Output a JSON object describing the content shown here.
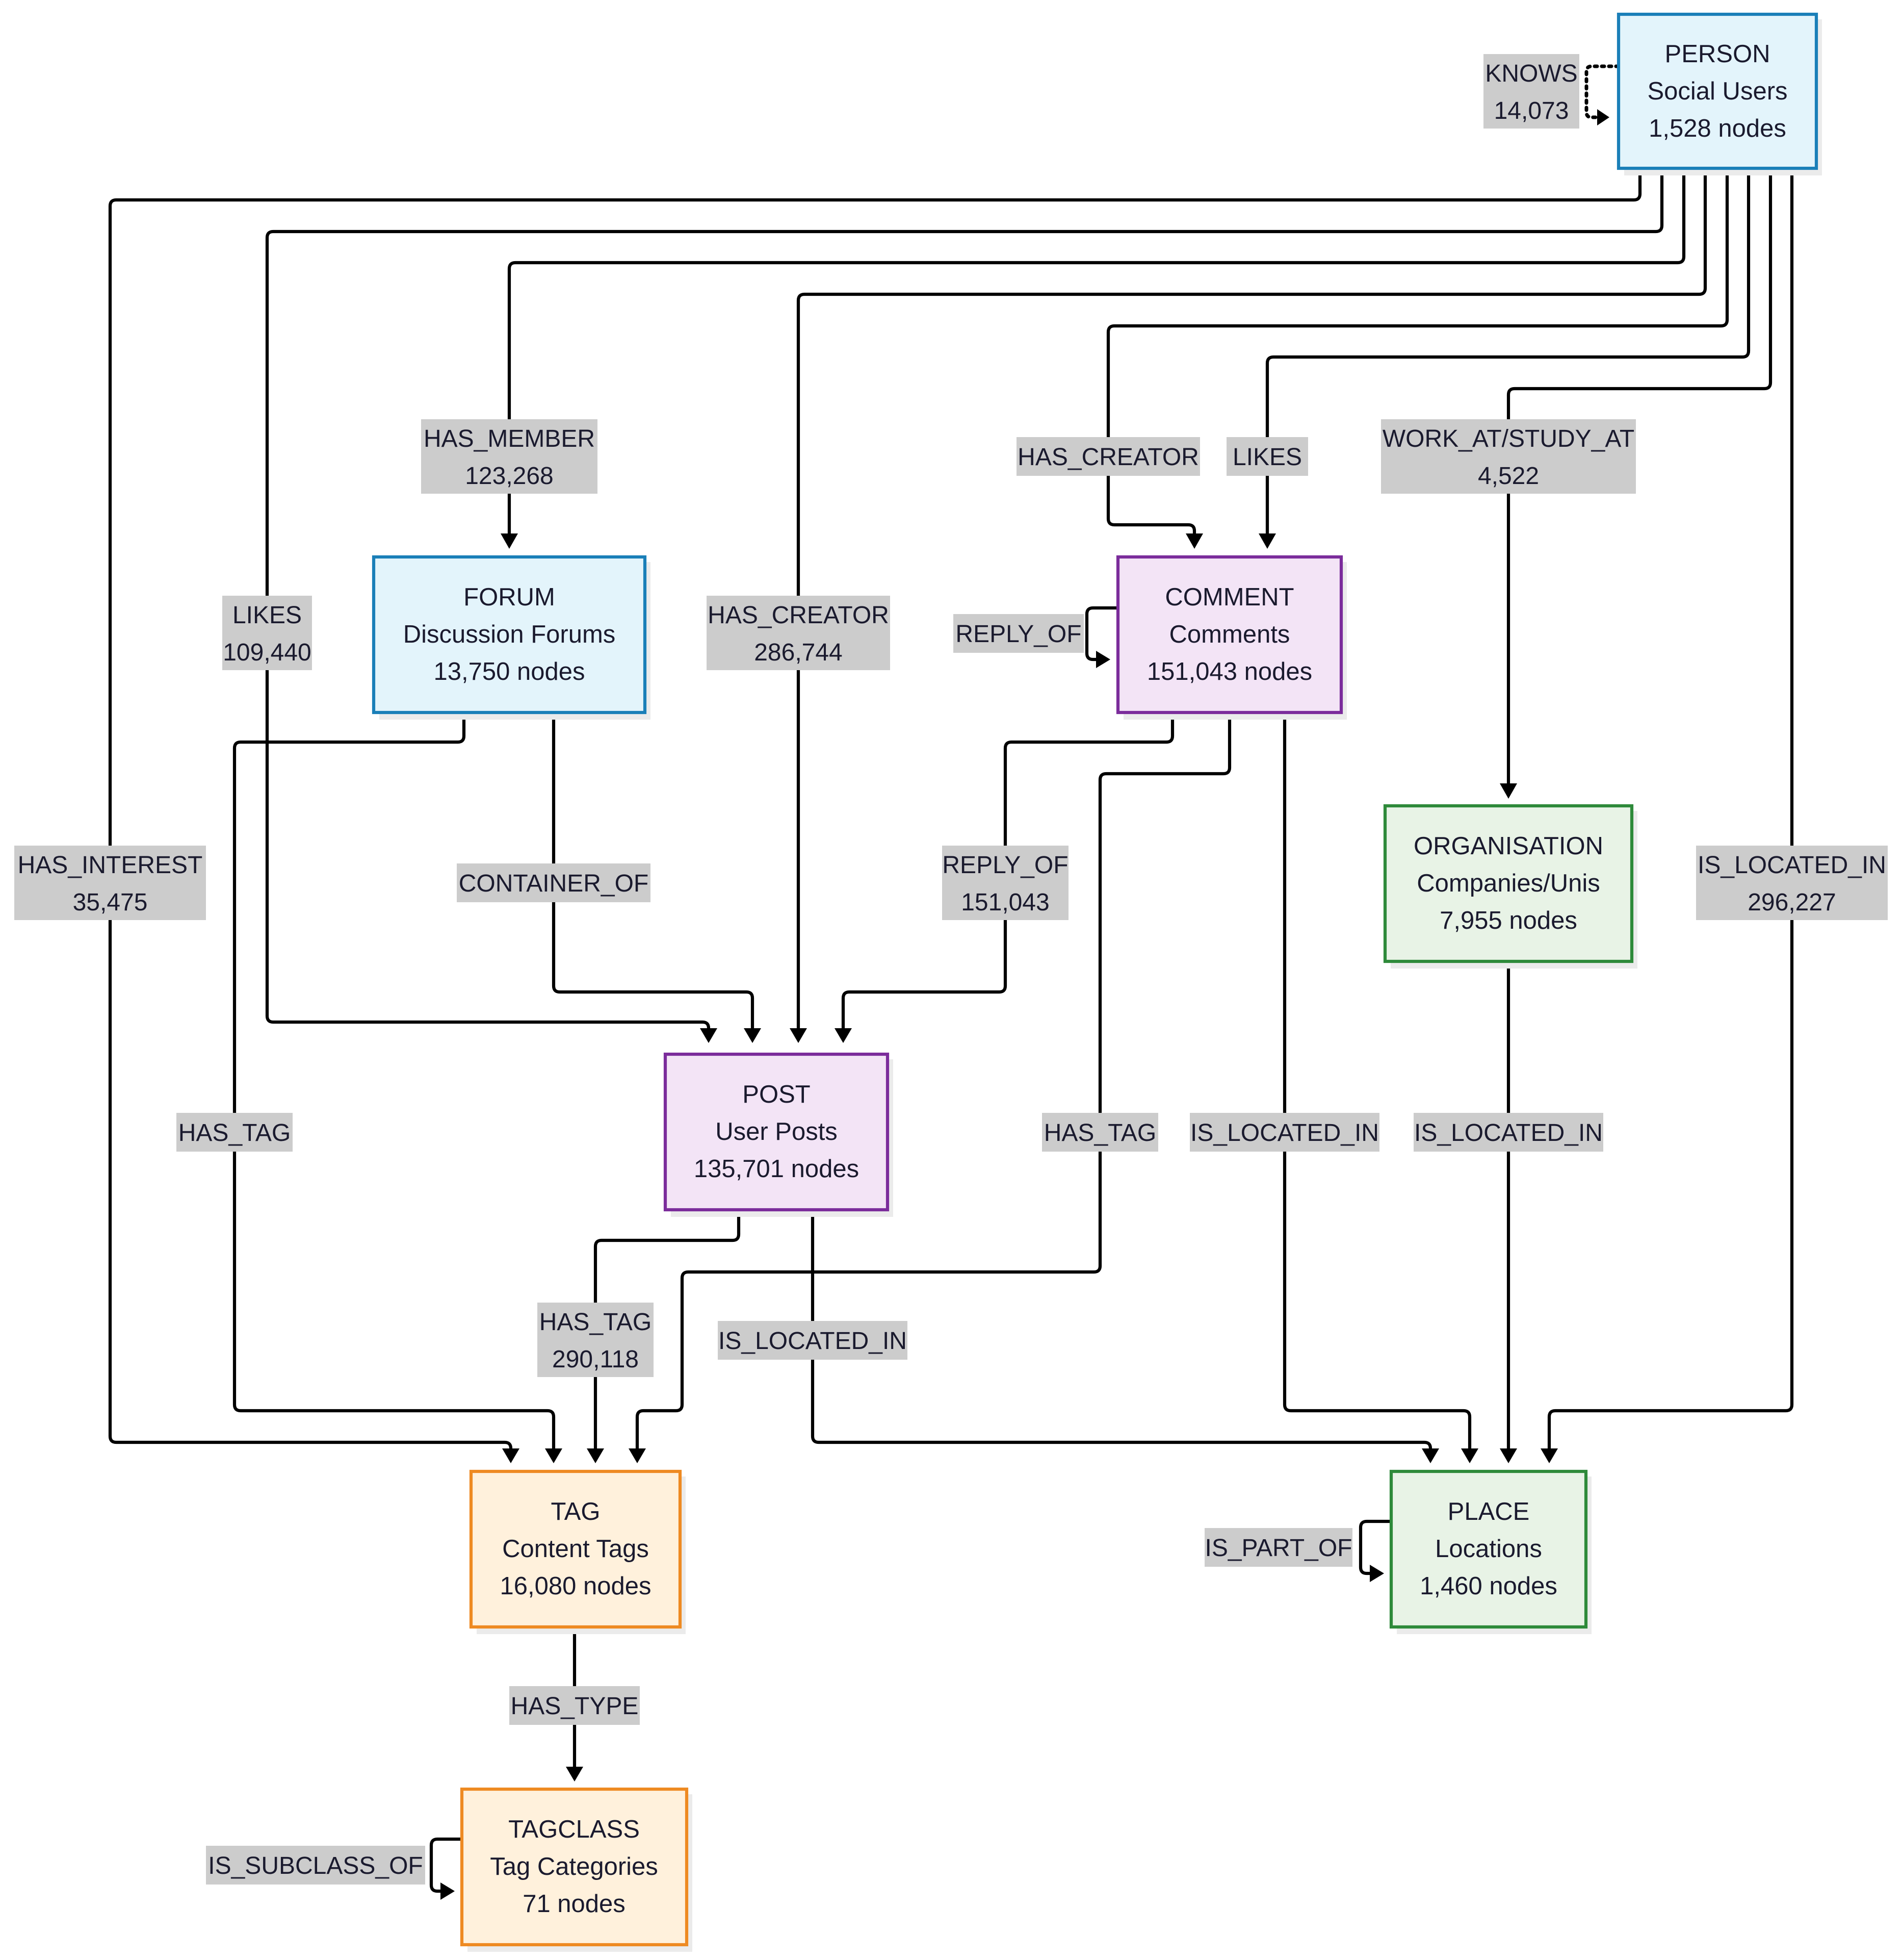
{
  "colors": {
    "blue_fill": "#e3f4fb",
    "blue_stroke": "#1a7fb8",
    "purple_fill": "#f3e4f6",
    "purple_stroke": "#7b2c9b",
    "green_fill": "#e8f3e6",
    "green_stroke": "#2e8a3a",
    "orange_fill": "#fff1dc",
    "orange_stroke": "#ee8a22",
    "label_bg": "#cccccc",
    "edge": "#000000"
  },
  "nodes": {
    "person": {
      "name": "PERSON",
      "desc": "Social Users",
      "count": "1,528 nodes"
    },
    "forum": {
      "name": "FORUM",
      "desc": "Discussion Forums",
      "count": "13,750 nodes"
    },
    "comment": {
      "name": "COMMENT",
      "desc": "Comments",
      "count": "151,043 nodes"
    },
    "organisation": {
      "name": "ORGANISATION",
      "desc": "Companies/Unis",
      "count": "7,955 nodes"
    },
    "post": {
      "name": "POST",
      "desc": "User Posts",
      "count": "135,701 nodes"
    },
    "tag": {
      "name": "TAG",
      "desc": "Content Tags",
      "count": "16,080 nodes"
    },
    "place": {
      "name": "PLACE",
      "desc": "Locations",
      "count": "1,460 nodes"
    },
    "tagclass": {
      "name": "TAGCLASS",
      "desc": "Tag Categories",
      "count": "71 nodes"
    }
  },
  "edges": {
    "knows": {
      "name": "KNOWS",
      "count": "14,073"
    },
    "has_member": {
      "name": "HAS_MEMBER",
      "count": "123,268"
    },
    "person_likes_post": {
      "name": "LIKES",
      "count": "109,440"
    },
    "post_has_creator": {
      "name": "HAS_CREATOR",
      "count": "286,744"
    },
    "comment_has_creator": {
      "name": "HAS_CREATOR"
    },
    "person_likes_comment": {
      "name": "LIKES"
    },
    "work_study_at": {
      "name": "WORK_AT/STUDY_AT",
      "count": "4,522"
    },
    "comment_reply_of_comment": {
      "name": "REPLY_OF"
    },
    "comment_reply_of_post": {
      "name": "REPLY_OF",
      "count": "151,043"
    },
    "has_interest": {
      "name": "HAS_INTEREST",
      "count": "35,475"
    },
    "container_of": {
      "name": "CONTAINER_OF"
    },
    "person_is_located_in": {
      "name": "IS_LOCATED_IN",
      "count": "296,227"
    },
    "forum_has_tag": {
      "name": "HAS_TAG"
    },
    "comment_has_tag": {
      "name": "HAS_TAG"
    },
    "comment_is_located_in": {
      "name": "IS_LOCATED_IN"
    },
    "org_is_located_in": {
      "name": "IS_LOCATED_IN"
    },
    "post_has_tag": {
      "name": "HAS_TAG",
      "count": "290,118"
    },
    "post_is_located_in": {
      "name": "IS_LOCATED_IN"
    },
    "is_part_of": {
      "name": "IS_PART_OF"
    },
    "has_type": {
      "name": "HAS_TYPE"
    },
    "is_subclass_of": {
      "name": "IS_SUBCLASS_OF"
    }
  }
}
